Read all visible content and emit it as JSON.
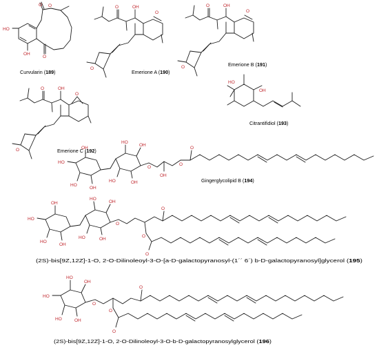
{
  "compounds": [
    {
      "name": "Curvularin",
      "number": "189"
    },
    {
      "name": "Emerione A",
      "number": "190"
    },
    {
      "name": "Emerione B",
      "number": "191"
    },
    {
      "name": "Emerione C",
      "number": "192"
    },
    {
      "name": "Citrantifidiol",
      "number": "193"
    },
    {
      "name": "Gingerglycolipid B",
      "number": "194"
    },
    {
      "name": "(2S)-bis[9Z,12Z]-1-O, 2-O-Dilinoleoyl-3-O-[a-D-galactopyranosyl-(1´´  6´) b-D-galactopyranosyl]glycerol",
      "number": "195"
    },
    {
      "name": "(2S)-bis[9Z,12Z]-1-O, 2-O-Dilinoleoyl-3-O-b-D-galactopyranosylglycerol",
      "number": "196"
    }
  ],
  "atoms": {
    "oxygen": "O",
    "hydroxyl": "OH",
    "hydroxyl_left": "HO"
  },
  "colors": {
    "bond": "#1a1a1a",
    "heteroatom": "#c0262c",
    "text": "#000000"
  }
}
